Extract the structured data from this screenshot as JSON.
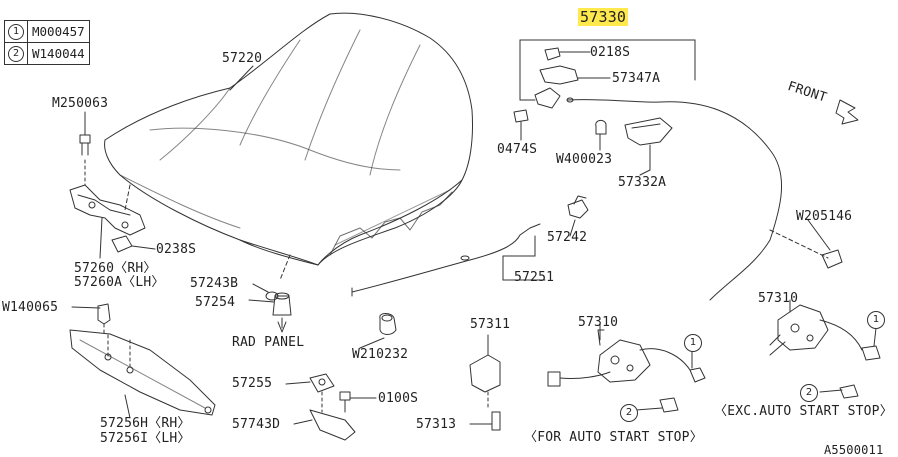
{
  "legend": [
    {
      "num": "1",
      "code": "M000457"
    },
    {
      "num": "2",
      "code": "W140044"
    }
  ],
  "labels": {
    "hood": "57220",
    "bolt_top": "M250063",
    "nut_0238": "0238S",
    "hinge": "57260〈RH〉",
    "hinge_lh": "57260A〈LH〉",
    "p57243": "57243B",
    "p57254": "57254",
    "rad_panel": "RAD PANEL",
    "clip_w140065": "W140065",
    "seal": "57256H〈RH〉",
    "seal_lh": "57256I〈LH〉",
    "p57255": "57255",
    "p57743": "57743D",
    "bolt_0100": "0100S",
    "grommet": "W210232",
    "p57311": "57311",
    "p57313": "57313",
    "lock_asm": "57330",
    "nut_0218": "0218S",
    "bracket": "57347A",
    "bolt_0474": "0474S",
    "clip_w400023": "W400023",
    "handle": "57332A",
    "p57242": "57242",
    "cable": "57251",
    "front": "FRONT",
    "clip_w205146": "W205146",
    "lock_center": "57310",
    "lock_right": "57310",
    "note_center": "〈FOR AUTO START STOP〉",
    "note_right": "〈EXC.AUTO START STOP〉",
    "figure_id": "A5500011"
  },
  "markers": {
    "one": "1",
    "two": "2"
  }
}
